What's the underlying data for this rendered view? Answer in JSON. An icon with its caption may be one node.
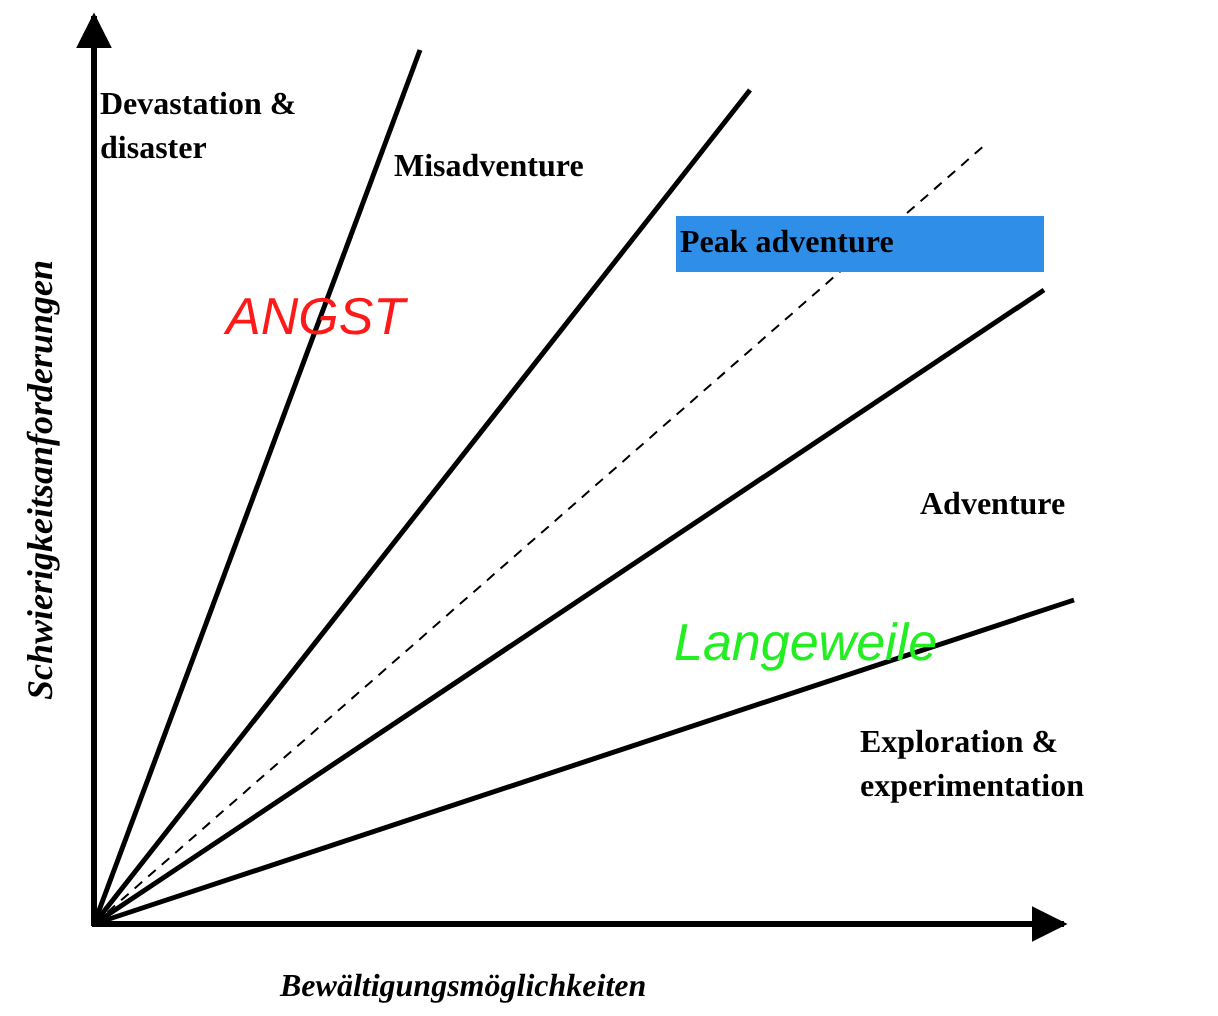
{
  "diagram": {
    "nodes": [
      {
        "text": [
          "Peak adventure"
        ]
      }
    ],
    "labels": [
      "Devastation & disaster",
      "Misadventure",
      "ANGST",
      "Adventure",
      "Langeweile",
      "Exploration & experimentation",
      "Schwierigkeitsanforderungen",
      "Bewältigungsmöglichkeiten"
    ]
  }
}
